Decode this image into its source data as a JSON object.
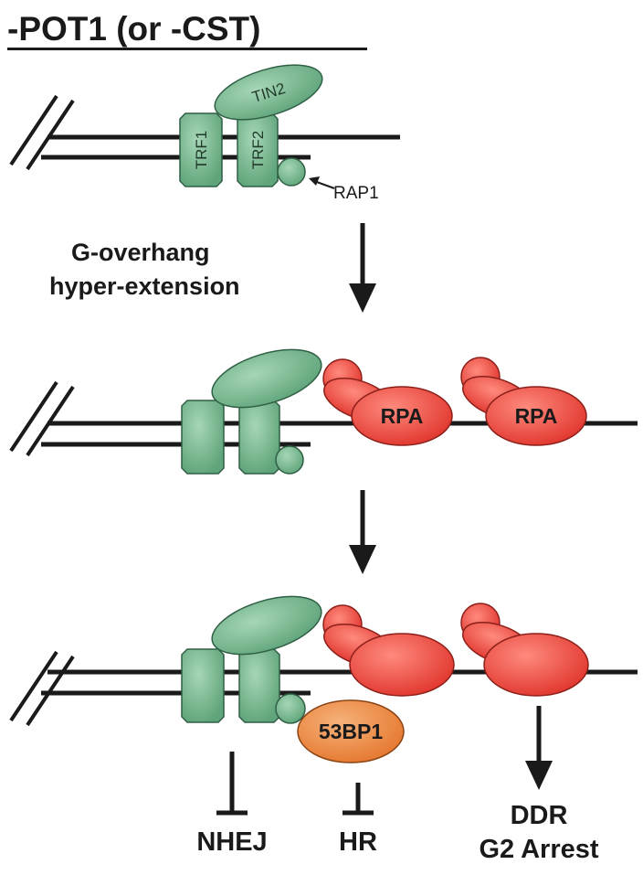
{
  "title": "-POT1 (or -CST)",
  "proteins": {
    "trf1": "TRF1",
    "trf2": "TRF2",
    "tin2": "TIN2",
    "rap1": "RAP1",
    "rpa": "RPA",
    "p53bp1": "53BP1"
  },
  "step_label": {
    "line1": "G-overhang",
    "line2": "hyper-extension"
  },
  "outcomes": {
    "nhej": "NHEJ",
    "hr": "HR",
    "ddr": "DDR",
    "g2_arrest": "G2 Arrest"
  },
  "colors": {
    "shelterin_fill": "#6fb189",
    "shelterin_stroke": "#2f5f44",
    "rpa_fill": "#e8483f",
    "rpa_stroke": "#8c1f1a",
    "p53bp1_fill": "#e8823a",
    "p53bp1_stroke": "#8a4414",
    "ink": "#1a1a1a"
  }
}
